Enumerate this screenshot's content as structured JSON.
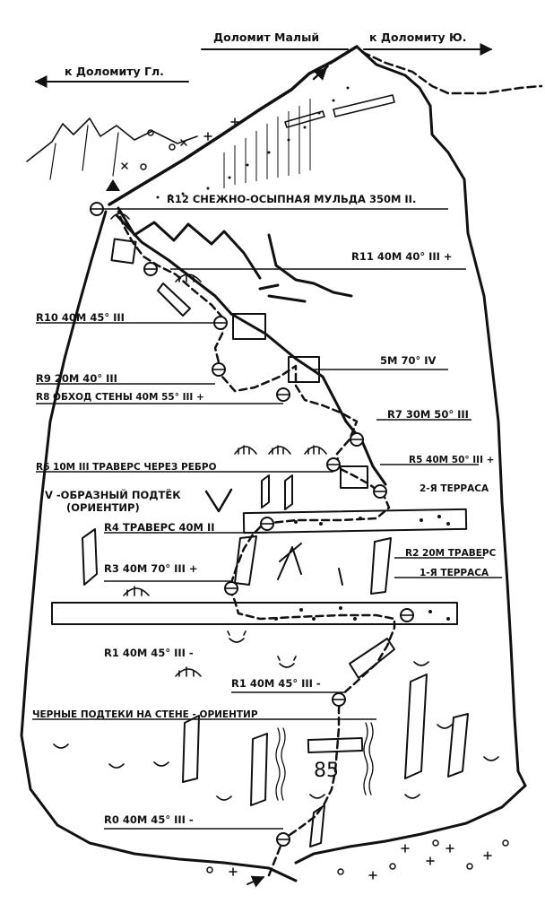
{
  "top": {
    "dolomit_maly": "Доломит Малый",
    "to_dolomit_yu": "к Доломиту Ю.",
    "to_dolomit_gl": "к Доломиту Гл."
  },
  "route_number": "85",
  "pitches": [
    {
      "id": "r12",
      "text": "R12 СНЕЖНО-ОСЫПНАЯ МУЛЬДА 350М II."
    },
    {
      "id": "r11",
      "text": "R11 40М 40° III +"
    },
    {
      "id": "r10",
      "text": "R10 40М 45° III"
    },
    {
      "id": "r9",
      "text": "R9 20М 40° III"
    },
    {
      "id": "r9b",
      "text": "5М 70° IV"
    },
    {
      "id": "r8",
      "text": "R8 ОБХОД СТЕНЫ 40М 55° III +"
    },
    {
      "id": "r7",
      "text": "R7 30М 50° III"
    },
    {
      "id": "r6",
      "text": "R6 10М III ТРАВЕРС ЧЕРЕЗ РЕБРО"
    },
    {
      "id": "r5",
      "text": "R5 40М 50° III +"
    },
    {
      "id": "v1",
      "text": "V -ОБРАЗНЫЙ ПОДТЁК"
    },
    {
      "id": "v2",
      "text": "(ОРИЕНТИР)"
    },
    {
      "id": "terr2",
      "text": "2-Я ТЕРРАСА"
    },
    {
      "id": "r4",
      "text": "R4 ТРАВЕРС 40М II"
    },
    {
      "id": "r2",
      "text": "R2 20М ТРАВЕРС"
    },
    {
      "id": "r3",
      "text": "R3 40М 70° III +"
    },
    {
      "id": "terr1",
      "text": "1-Я ТЕРРАСА"
    },
    {
      "id": "r1a",
      "text": "R1 40М 45° III -"
    },
    {
      "id": "r1b",
      "text": "R1 40М 45° III -"
    },
    {
      "id": "black",
      "text": "ЧЕРНЫЕ ПОДТЕКИ НА СТЕНЕ - ОРИЕНТИР"
    },
    {
      "id": "r0",
      "text": "R0 40М 45° III -"
    }
  ]
}
